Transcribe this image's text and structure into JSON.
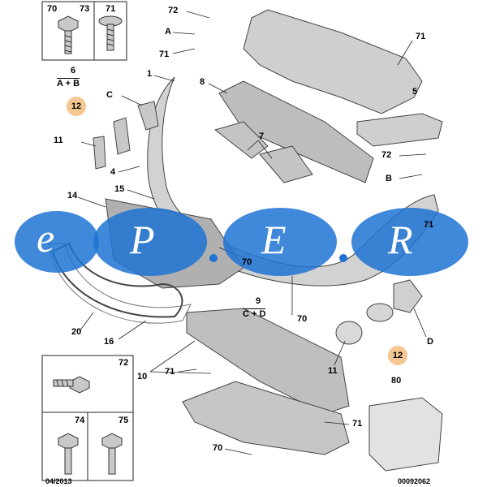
{
  "watermark": {
    "letters": [
      "e",
      "P",
      "E",
      "R"
    ],
    "text": "e.P.E.R"
  },
  "fastener_boxes": {
    "top": [
      "70",
      "73",
      "71"
    ],
    "bottom": [
      "72",
      "74",
      "75"
    ]
  },
  "callouts": {
    "c72a": "72",
    "cA": "A",
    "c71a": "71",
    "c71b": "71",
    "c6": "6",
    "c6sub": "A + B",
    "c12a": "12",
    "c1": "1",
    "c8": "8",
    "cC": "C",
    "c5": "5",
    "c11a": "11",
    "c7": "7",
    "c72b": "72",
    "c4": "4",
    "cB": "B",
    "c14": "14",
    "c15": "15",
    "c71c": "71",
    "c70a": "70",
    "c70b": "70",
    "c9": "9",
    "c9sub": "C + D",
    "c20": "20",
    "c16": "16",
    "c11b": "11",
    "c12b": "12",
    "cD": "D",
    "c10": "10",
    "c71d": "71",
    "c71e": "71",
    "c80": "80",
    "c70c": "70"
  },
  "footer": {
    "date": "04/2013",
    "ref": "00092062"
  },
  "colors": {
    "watermark_blue": "#1f73d4",
    "highlight": "#f5c792",
    "line_art": "#444444",
    "part_fill": "#c9c9c9"
  }
}
